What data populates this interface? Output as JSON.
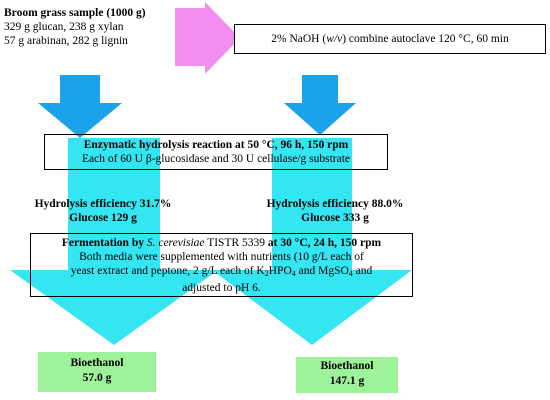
{
  "sample": {
    "title": "Broom grass sample (1000 g)",
    "line1": "329 g glucan, 238 g xylan",
    "line2": "57 g arabinan, 282 g lignin"
  },
  "pretreatment": {
    "prefix": "2% NaOH (",
    "wv": "w/v",
    "suffix": ") combine autoclave 120 °C, 60 min"
  },
  "hydrolysis": {
    "title": "Enzymatic hydrolysis reaction at 50 °C, 96 h, 150 rpm",
    "detail": "Each of 60 U β-glucosidase and 30 U cellulase/g substrate"
  },
  "left_result": {
    "efficiency": "Hydrolysis efficiency 31.7%",
    "glucose": "Glucose 129 g"
  },
  "right_result": {
    "efficiency": "Hydrolysis efficiency 88.0%",
    "glucose": "Glucose 333 g"
  },
  "fermentation": {
    "title_a": "Fermentation by ",
    "organism": "S. cerevisiae",
    "title_b": " TISTR 5339 ",
    "title_c": "at 30 °C, 24 h, 150 rpm",
    "line1": "Both media were supplemented with nutrients (10 g/L each of",
    "line2": "yeast extract and peptone, 2 g/L each of K",
    "k_sub": "2",
    "line2b": "HPO",
    "po_sub": "4",
    "line2c": " and MgSO",
    "mg_sub": "4",
    "line2d": " and",
    "line3": "adjusted to pH 6."
  },
  "left_output": {
    "label": "Bioethanol",
    "value": "57.0 g"
  },
  "right_output": {
    "label": "Bioethanol",
    "value": "147.1 g"
  },
  "colors": {
    "arrow_blue": "#1aa3ea",
    "arrow_cyan": "#33e6f2",
    "arrow_pink": "#f28ef0",
    "output_green": "#9ef29a"
  }
}
